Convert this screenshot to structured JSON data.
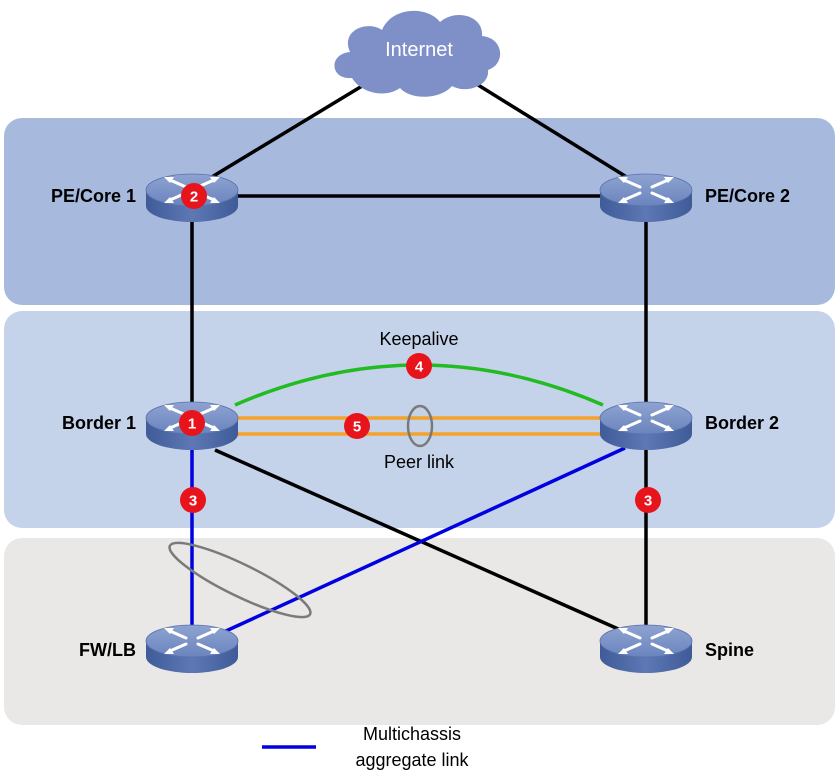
{
  "colors": {
    "zone_top": "#a7bade",
    "zone_mid": "#c5d3ea",
    "zone_bottom": "#e9e8e6",
    "cloud": "#7f90c8",
    "link_black": "#000000",
    "link_blue": "#0000e0",
    "link_orange": "#f3a22b",
    "link_green": "#22bb22",
    "badge_red": "#e8141c",
    "device_top": "#7b93c6",
    "device_side": "#4e6aa8"
  },
  "cloud": {
    "label": "Internet",
    "icon": "cloud-icon"
  },
  "devices": [
    {
      "id": "pe1",
      "label": "PE/Core 1",
      "icon": "switch-icon"
    },
    {
      "id": "pe2",
      "label": "PE/Core 2",
      "icon": "switch-icon"
    },
    {
      "id": "border1",
      "label": "Border 1",
      "icon": "switch-icon"
    },
    {
      "id": "border2",
      "label": "Border 2",
      "icon": "switch-icon"
    },
    {
      "id": "fwlb",
      "label": "FW/LB",
      "icon": "switch-icon"
    },
    {
      "id": "spine",
      "label": "Spine",
      "icon": "switch-icon"
    }
  ],
  "link_labels": {
    "keepalive": "Keepalive",
    "peer_link": "Peer link"
  },
  "badges": [
    "1",
    "2",
    "3",
    "3",
    "4",
    "5"
  ],
  "legend": {
    "line1": "Multichassis",
    "line2": "aggregate link"
  }
}
